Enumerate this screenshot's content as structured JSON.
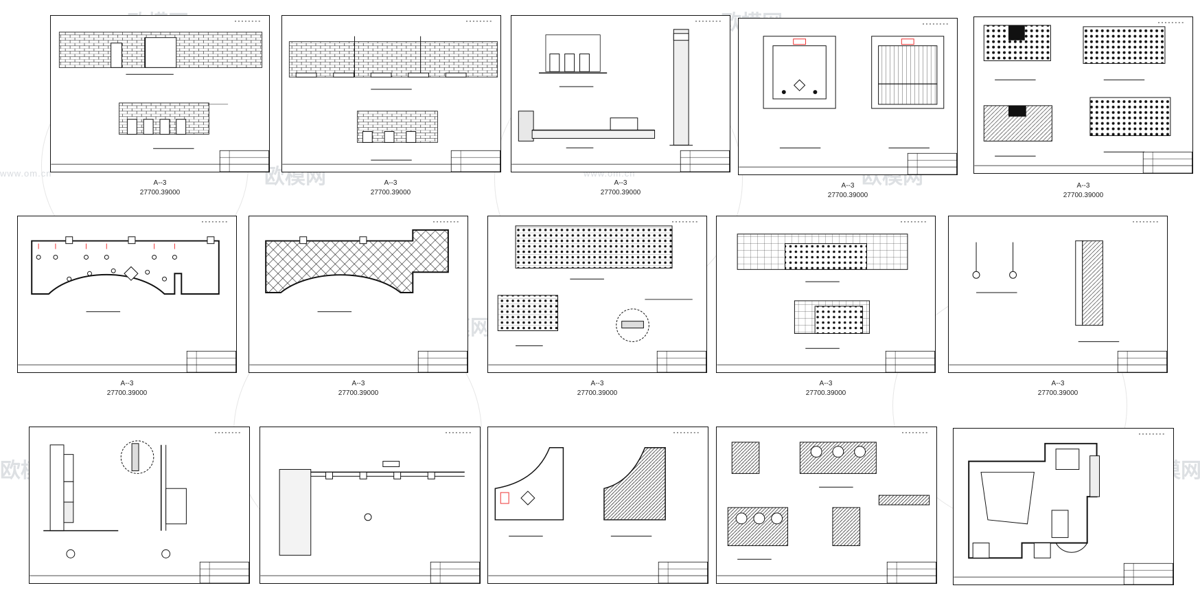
{
  "sheets": [
    {
      "caption": "A--3",
      "size": "27700.39000"
    },
    {
      "caption": "A--3",
      "size": "27700.39000"
    },
    {
      "caption": "A--3",
      "size": "27700.39000"
    },
    {
      "caption": "A--3",
      "size": "27700.39000"
    },
    {
      "caption": "A--3",
      "size": "27700.39000"
    },
    {
      "caption": "A--3",
      "size": "27700.39000"
    },
    {
      "caption": "A--3",
      "size": "27700.39000"
    },
    {
      "caption": "A--3",
      "size": "27700.39000"
    },
    {
      "caption": "A--3",
      "size": "27700.39000"
    },
    {
      "caption": "A--3",
      "size": "27700.39000"
    }
  ],
  "watermark": {
    "brand": "欧模网",
    "url": "www.om.cn"
  }
}
